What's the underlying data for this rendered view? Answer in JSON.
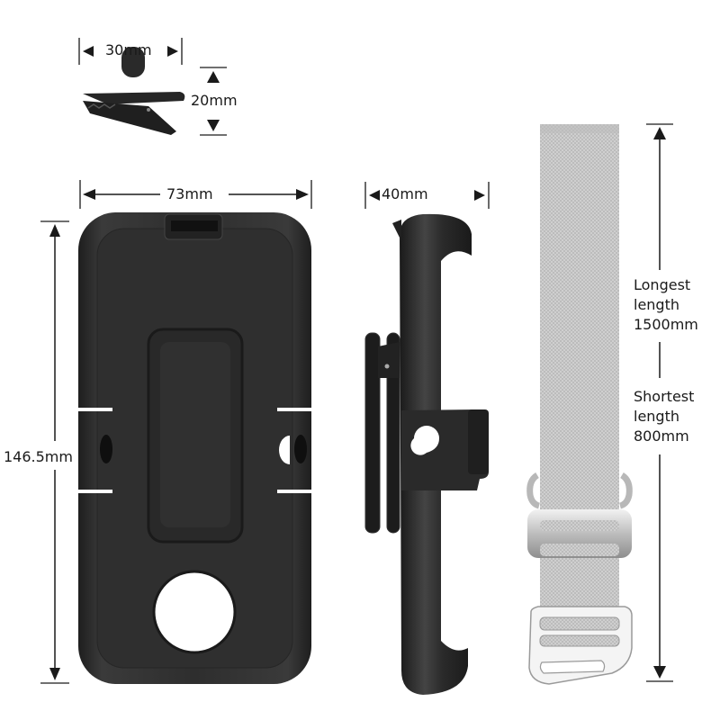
{
  "diagram": {
    "type": "product-dimension-diagram",
    "colors": {
      "background": "#ffffff",
      "holder_black": "#2b2b2b",
      "holder_highlight": "#3d3d3d",
      "strap_gray": "#c9c9c9",
      "buckle_metal": "#d8d8d8",
      "dimension_line": "#1a1a1a"
    },
    "clip": {
      "width_label": "30mm",
      "height_label": "20mm"
    },
    "holder_front": {
      "width_label": "73mm",
      "height_label": "146.5mm"
    },
    "holder_side": {
      "depth_label": "40mm"
    },
    "strap": {
      "longest_label": "Longest\nlength\n1500mm",
      "shortest_label": "Shortest\nlength\n800mm"
    }
  }
}
